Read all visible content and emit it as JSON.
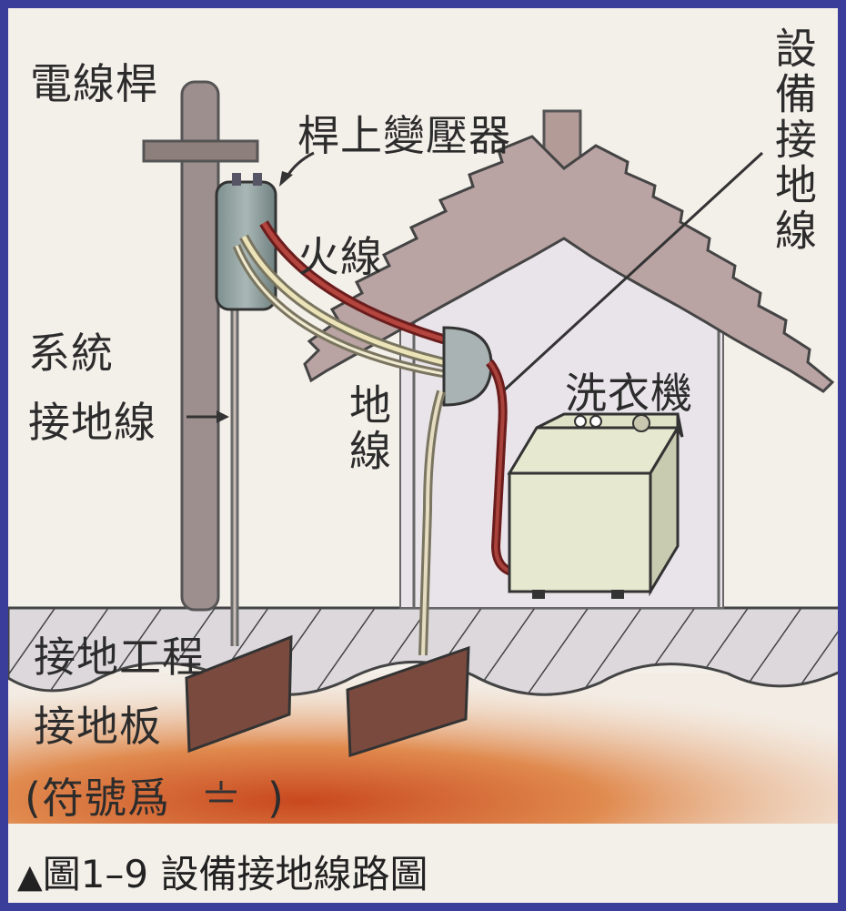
{
  "labels": {
    "pole": "電線桿",
    "transformer": "桿上變壓器",
    "live_wire": "火線",
    "equipment_ground_wire": "設備接地線",
    "system_ground_wire_line1": "系統",
    "system_ground_wire_line2": "接地線",
    "ground_wire": "地線",
    "washing_machine": "洗衣機",
    "grounding_work": "接地工程",
    "ground_plate": "接地板",
    "symbol_prefix": "(符號爲",
    "symbol_suffix": ")"
  },
  "caption": {
    "marker": "▲",
    "text": "圖1–9  設備接地線路圖"
  },
  "colors": {
    "frame": "#3a3d9a",
    "live_wire": "#8a2a2a",
    "ground_wire": "#e8dfb0",
    "soil": "#d77033",
    "plate": "#7a4a3e"
  }
}
